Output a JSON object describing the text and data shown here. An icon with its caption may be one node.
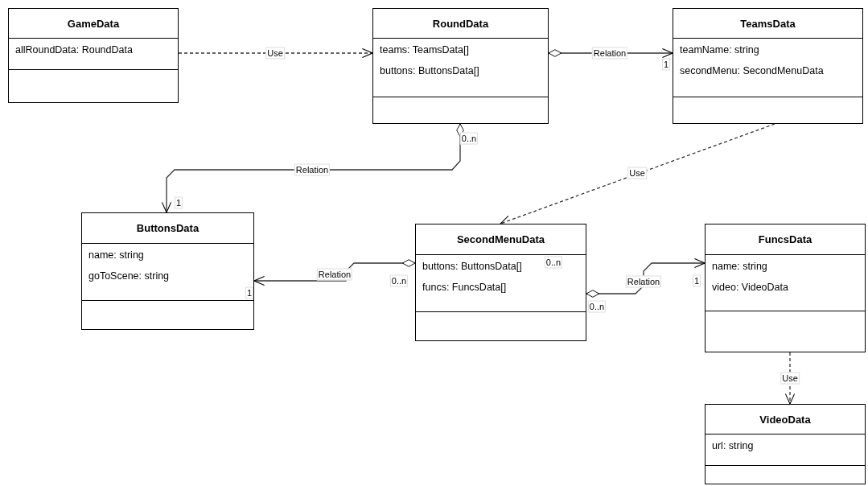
{
  "diagram": {
    "nodes": [
      {
        "text": [
          "GameData",
          "allRoundData: RoundData"
        ]
      },
      {
        "text": [
          "RoundData",
          "teams: TeamsData[]",
          "buttons: ButtonsData[]"
        ]
      },
      {
        "text": [
          "TeamsData",
          "teamName: string",
          "secondMenu: SecondMenuData"
        ]
      },
      {
        "text": [
          "ButtonsData",
          "name: string",
          "goToScene: string"
        ]
      },
      {
        "text": [
          "SecondMenuData",
          "buttons: ButtonsData[]",
          "funcs: FuncsData[]"
        ]
      },
      {
        "text": [
          "FuncsData",
          "name: string",
          "video: VideoData"
        ]
      },
      {
        "text": [
          "VideoData",
          "url: string"
        ]
      }
    ],
    "edges": [
      {
        "from": 0,
        "to": 1,
        "arrow": "to",
        "label": "Use",
        "style": "dashed"
      },
      {
        "from": 1,
        "to": 2,
        "arrow": "to",
        "label": "Relation"
      },
      {
        "from": 1,
        "to": 3,
        "arrow": "to",
        "label": "Relation"
      },
      {
        "from": 2,
        "to": 4,
        "arrow": "to",
        "label": "Use",
        "style": "dashed"
      },
      {
        "from": 4,
        "to": 3,
        "arrow": "to",
        "label": "Relation"
      },
      {
        "from": 4,
        "to": 5,
        "arrow": "to",
        "label": "Relation"
      },
      {
        "from": 5,
        "to": 6,
        "arrow": "to",
        "label": "Use",
        "style": "dashed"
      }
    ],
    "labels": [
      "0..n",
      "1",
      "0..n",
      "1",
      "0..n",
      "1",
      "1",
      "0..n"
    ]
  }
}
